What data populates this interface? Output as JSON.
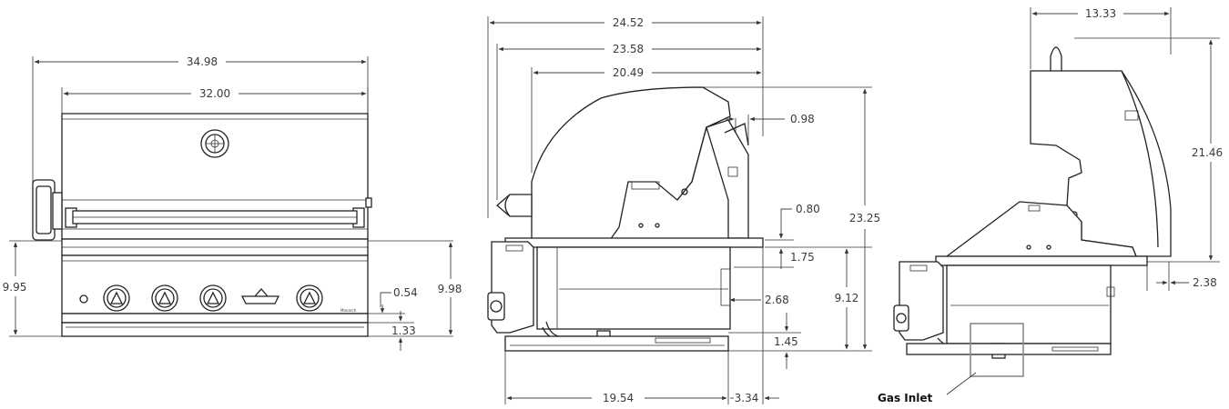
{
  "front_view": {
    "width_overall": "34.98",
    "width_hood": "32.00",
    "height_left": "9.95",
    "height_right": "9.98",
    "panel_dim": "0.54",
    "base_dim": "1.33",
    "brand": "Monarch"
  },
  "side_view_right": {
    "depth_overall": "24.52",
    "depth_2": "23.58",
    "depth_hood": "20.49",
    "lid_offset": "0.98",
    "height_overall": "23.25",
    "drip_offset": "0.80",
    "firebox_top": "1.75",
    "firebox_height": "9.12",
    "firebox_offset": "2.68",
    "bottom_offset": "1.45",
    "cutout_depth": "19.54",
    "rear_offset": "3.34"
  },
  "side_view_left": {
    "hood_depth": "13.33",
    "hood_height": "21.46",
    "rear_overhang": "2.38",
    "callout": "Gas Inlet"
  }
}
